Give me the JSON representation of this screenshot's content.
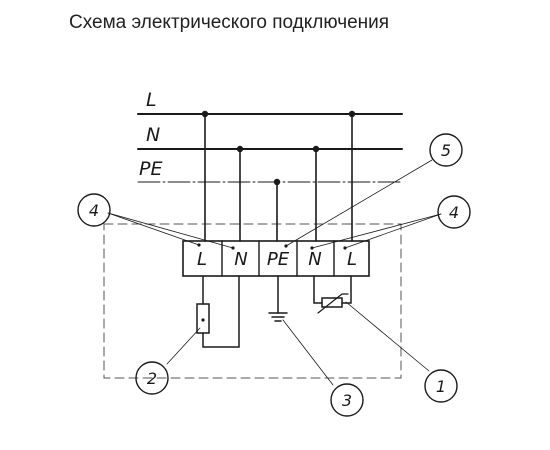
{
  "title": "Схема электрического подключения",
  "bus_lines": {
    "l": "L",
    "n": "N",
    "pe": "PE"
  },
  "terminals": [
    "L",
    "N",
    "PE",
    "N",
    "L"
  ],
  "callouts": [
    "4",
    "5",
    "4",
    "2",
    "3",
    "1"
  ],
  "colors": {
    "ink": "#1a1a1a",
    "title": "#222222",
    "dashed": "#555555",
    "background": "#ffffff"
  }
}
